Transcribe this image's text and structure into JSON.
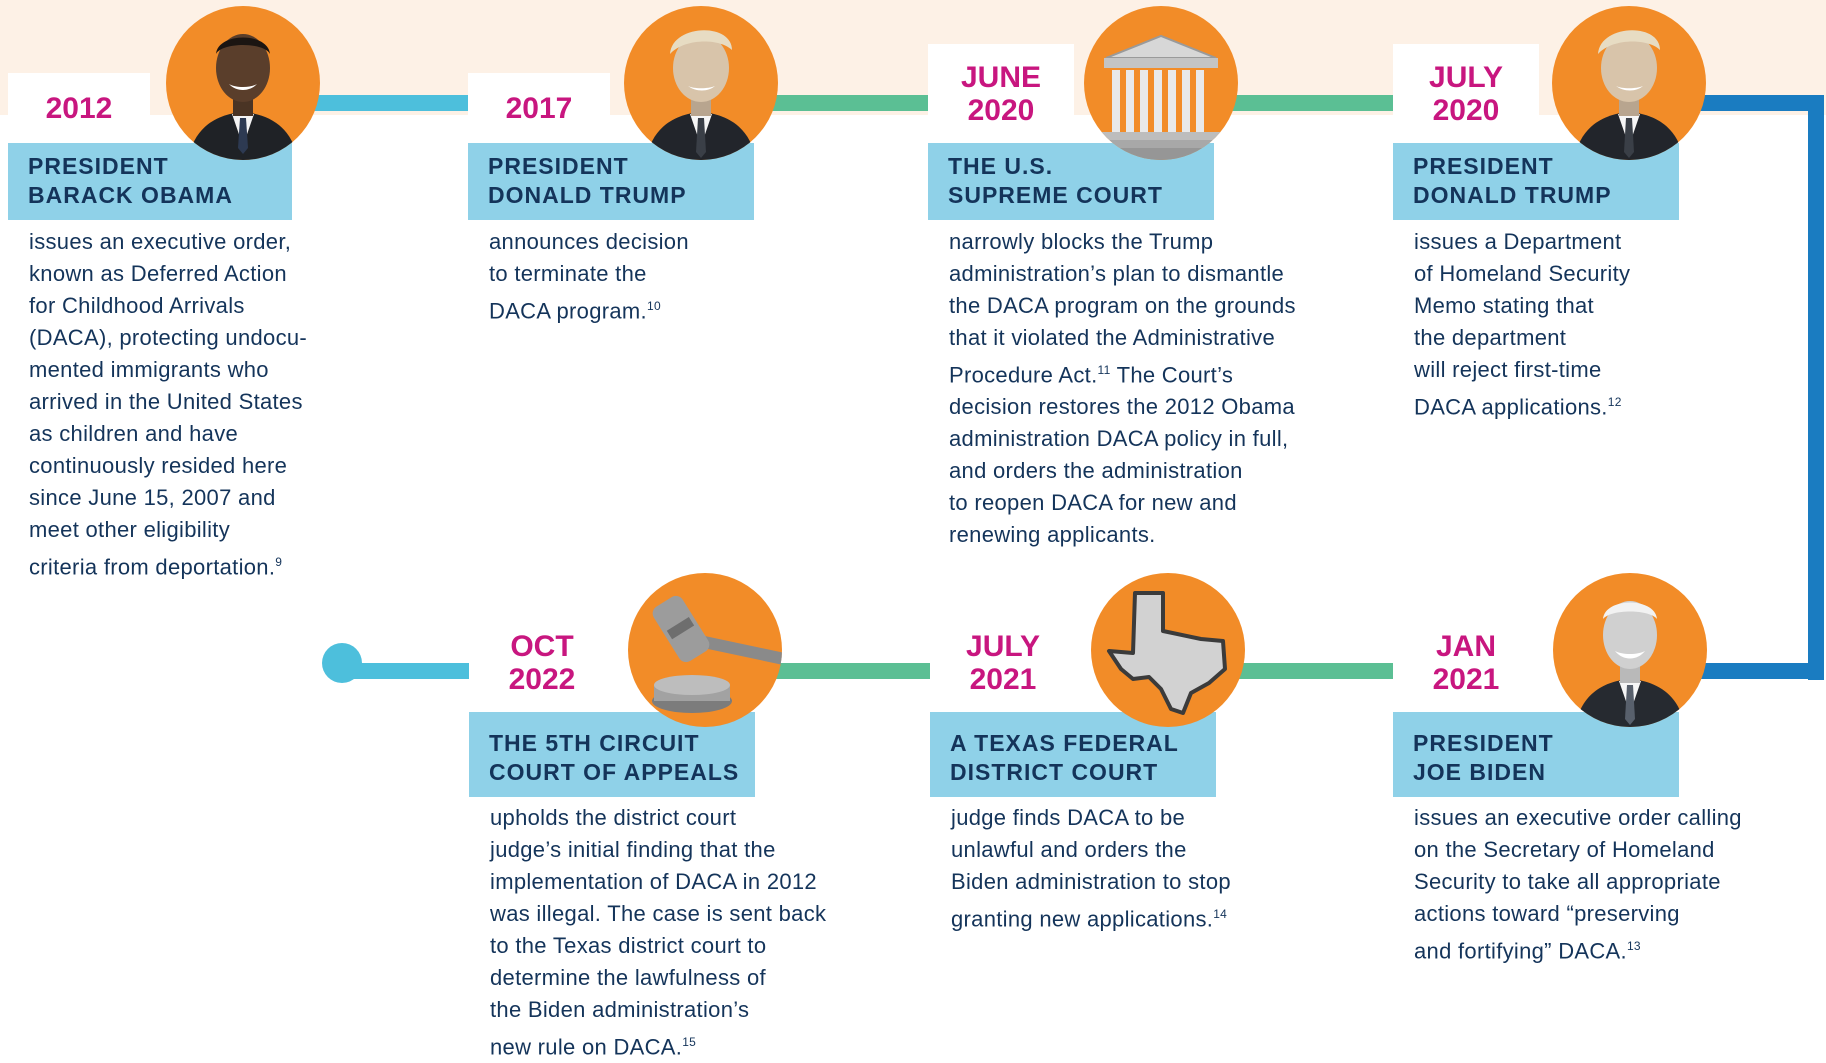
{
  "colors": {
    "accent_magenta": "#c8167f",
    "navy_text": "#14345a",
    "name_box": "#8fd1e8",
    "circle_orange": "#f28c28",
    "line_cyan": "#4dbfdc",
    "line_green": "#5bbf94",
    "line_blue": "#1a7cc1",
    "band": "#fdf1e6"
  },
  "events": [
    {
      "date": [
        "2012"
      ],
      "name": [
        "PRESIDENT",
        "BARACK OBAMA"
      ],
      "icon": "portrait-obama-icon",
      "text": "issues an executive order,\nknown as Deferred Action\nfor Childhood Arrivals\n(DACA), protecting undocu-\nmented immigrants who\narrived in the United States\nas children and have\ncontinuously resided here\nsince June 15, 2007 and\nmeet other eligibility\ncriteria from deportation.",
      "note": "9"
    },
    {
      "date": [
        "2017"
      ],
      "name": [
        "PRESIDENT",
        "DONALD TRUMP"
      ],
      "icon": "portrait-trump-icon",
      "text": "announces decision\nto terminate the\nDACA program.",
      "note": "10"
    },
    {
      "date": [
        "JUNE",
        "2020"
      ],
      "name": [
        "THE U.S.",
        "SUPREME COURT"
      ],
      "icon": "supreme-court-building-icon",
      "text": "narrowly blocks the Trump\nadministration’s plan to dismantle\nthe DACA program on the grounds\nthat it violated the Administrative\nProcedure Act.",
      "note": "11",
      "text2": " The Court’s\ndecision restores the 2012 Obama\nadministration DACA policy in full,\nand orders the administration\nto reopen DACA for new and\nrenewing applicants."
    },
    {
      "date": [
        "JULY",
        "2020"
      ],
      "name": [
        "PRESIDENT",
        "DONALD TRUMP"
      ],
      "icon": "portrait-trump-icon",
      "text": "issues a Department\nof Homeland Security\nMemo stating that\nthe department\nwill reject first-time\nDACA applications.",
      "note": "12"
    },
    {
      "date": [
        "JAN",
        "2021"
      ],
      "name": [
        "PRESIDENT",
        "JOE BIDEN"
      ],
      "icon": "portrait-biden-icon",
      "text": "issues an executive order calling\non the Secretary of Homeland\nSecurity to take all appropriate\nactions toward “preserving\nand fortifying” DACA.",
      "note": "13"
    },
    {
      "date": [
        "JULY",
        "2021"
      ],
      "name": [
        "A TEXAS FEDERAL",
        "DISTRICT COURT"
      ],
      "icon": "texas-map-icon",
      "text": "judge finds DACA to be\nunlawful and orders the\nBiden administration to stop\ngranting new applications.",
      "note": "14"
    },
    {
      "date": [
        "OCT",
        "2022"
      ],
      "name": [
        "THE 5TH CIRCUIT",
        "COURT OF APPEALS"
      ],
      "icon": "gavel-icon",
      "text": "upholds the district court\njudge’s initial finding that the\nimplementation of DACA in 2012\nwas illegal. The case is sent back\nto the Texas district court to\ndetermine the lawfulness of\nthe Biden administration’s\nnew rule on DACA.",
      "note": "15"
    }
  ]
}
